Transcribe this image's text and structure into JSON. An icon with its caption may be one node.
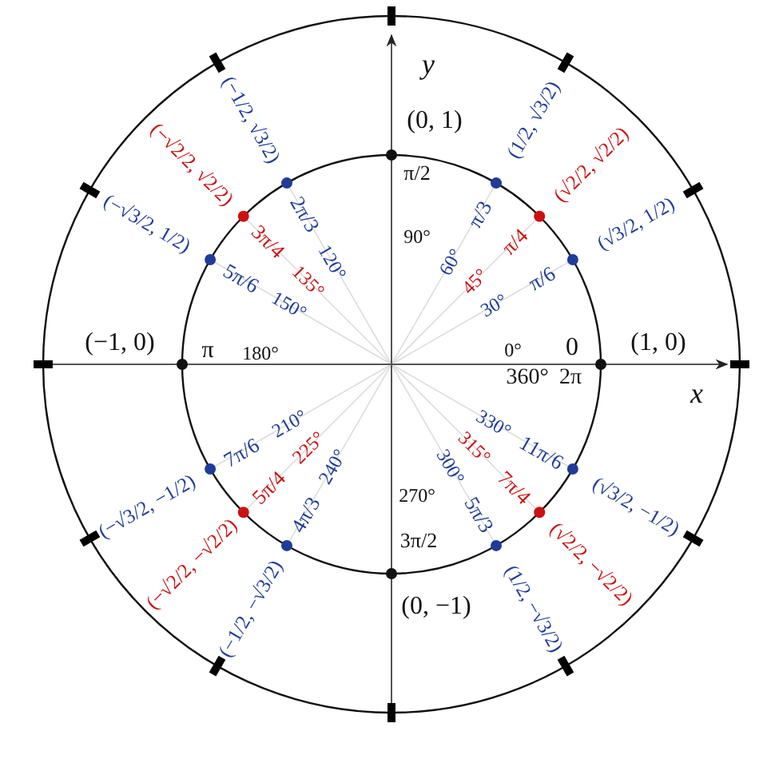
{
  "diagram": {
    "labels": [
      "y",
      "(0, 1)",
      "π/2",
      "90°",
      "(1/2, √3/2)",
      "(√2/2, √2/2)",
      "(√3/2, 1/2)",
      "π/3",
      "π/4",
      "π/6",
      "60°",
      "45°",
      "30°",
      "(−1/2, √3/2)",
      "(−√2/2, √2/2)",
      "(−√3/2, 1/2)",
      "2π/3",
      "3π/4",
      "5π/6",
      "120°",
      "135°",
      "150°",
      "(−1, 0)",
      "π",
      "180°",
      "0°",
      "0",
      "(1, 0)",
      "360°",
      "2π",
      "x",
      "7π/6",
      "5π/4",
      "4π/3",
      "210°",
      "225°",
      "240°",
      "(−√3/2, −1/2)",
      "(−√2/2, −√2/2)",
      "(−1/2, −√3/2)",
      "330°",
      "315°",
      "300°",
      "11π/6",
      "7π/4",
      "5π/3",
      "(√3/2, −1/2)",
      "(√2/2, −√2/2)",
      "(1/2, −√3/2)",
      "270°",
      "3π/2",
      "(0, −1)"
    ]
  }
}
